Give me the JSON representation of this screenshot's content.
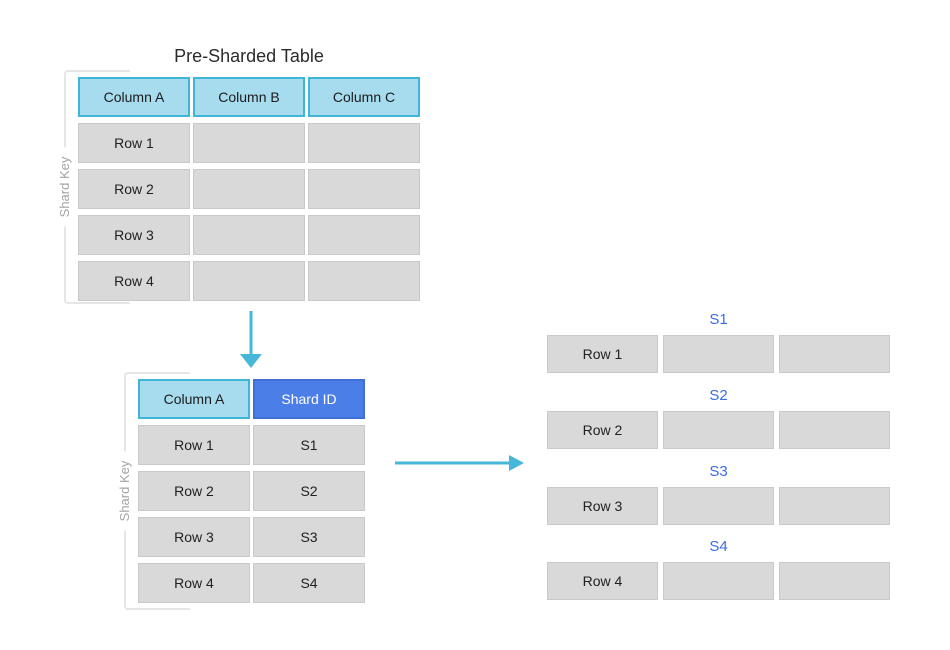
{
  "pre_sharded": {
    "title": "Pre-Sharded Table",
    "shard_key": "Shard Key",
    "headers": [
      "Column A",
      "Column B",
      "Column C"
    ],
    "row_labels": [
      "Row 1",
      "Row 2",
      "Row 3",
      "Row 4"
    ]
  },
  "mapping": {
    "shard_key": "Shard Key",
    "headers": [
      "Column A",
      "Shard ID"
    ],
    "rows": [
      {
        "row": "Row 1",
        "shard": "S1"
      },
      {
        "row": "Row 2",
        "shard": "S2"
      },
      {
        "row": "Row 3",
        "shard": "S3"
      },
      {
        "row": "Row 4",
        "shard": "S4"
      }
    ]
  },
  "shards": [
    {
      "label": "S1",
      "row": "Row 1"
    },
    {
      "label": "S2",
      "row": "Row 2"
    },
    {
      "label": "S3",
      "row": "Row 3"
    },
    {
      "label": "S4",
      "row": "Row 4"
    }
  ],
  "colors": {
    "header_fill": "#a6dcee",
    "header_border": "#41b5d9",
    "shard_id_fill": "#4c7ee8",
    "shard_id_border": "#3f6fd6",
    "cell_fill": "#d9d9d9",
    "cell_border": "#c9c9c9",
    "arrow": "#47b7d9",
    "shard_label_text": "#3b6ce4",
    "shard_key_text": "#a3a3a3",
    "title_text": "#2b2b2b"
  }
}
